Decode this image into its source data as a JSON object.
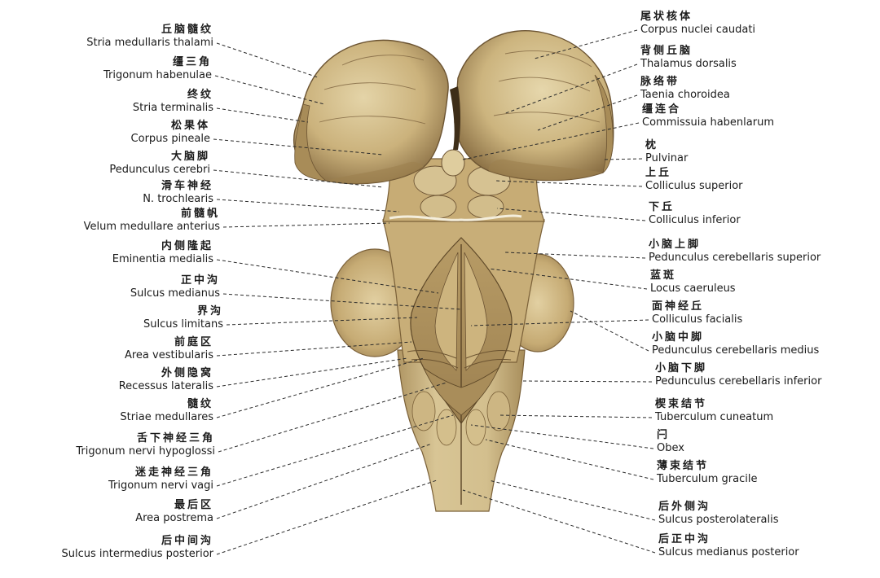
{
  "labels_left": [
    {
      "zh": "丘脑髓纹",
      "lat": "Stria medullaris thalami"
    },
    {
      "zh": "缰三角",
      "lat": "Trigonum habenulae"
    },
    {
      "zh": "终纹",
      "lat": "Stria terminalis"
    },
    {
      "zh": "松果体",
      "lat": "Corpus pineale"
    },
    {
      "zh": "大脑脚",
      "lat": "Pedunculus cerebri"
    },
    {
      "zh": "滑车神经",
      "lat": "N. trochlearis"
    },
    {
      "zh": "前髓帆",
      "lat": "Velum medullare anterius"
    },
    {
      "zh": "内侧隆起",
      "lat": "Eminentia medialis"
    },
    {
      "zh": "正中沟",
      "lat": "Sulcus medianus"
    },
    {
      "zh": "界沟",
      "lat": "Sulcus limitans"
    },
    {
      "zh": "前庭区",
      "lat": "Area vestibularis"
    },
    {
      "zh": "外侧隐窝",
      "lat": "Recessus lateralis"
    },
    {
      "zh": "髓纹",
      "lat": "Striae medullares"
    },
    {
      "zh": "舌下神经三角",
      "lat": "Trigonum nervi hypoglossi"
    },
    {
      "zh": "迷走神经三角",
      "lat": "Trigonum nervi vagi"
    },
    {
      "zh": "最后区",
      "lat": "Area postrema"
    },
    {
      "zh": "后中间沟",
      "lat": "Sulcus intermedius posterior"
    }
  ],
  "labels_right": [
    {
      "zh": "尾状核体",
      "lat": "Corpus nuclei caudati"
    },
    {
      "zh": "背侧丘脑",
      "lat": "Thalamus dorsalis"
    },
    {
      "zh": "脉络带",
      "lat": "Taenia choroidea"
    },
    {
      "zh": "缰连合",
      "lat": "Commissuia habenlarum"
    },
    {
      "zh": "枕",
      "lat": "Pulvinar"
    },
    {
      "zh": "上丘",
      "lat": "Colliculus superior"
    },
    {
      "zh": "下丘",
      "lat": "Colliculus inferior"
    },
    {
      "zh": "小脑上脚",
      "lat": "Pedunculus cerebellaris superior"
    },
    {
      "zh": "蓝斑",
      "lat": "Locus caeruleus"
    },
    {
      "zh": "面神经丘",
      "lat": "Colliculus facialis"
    },
    {
      "zh": "小脑中脚",
      "lat": "Pedunculus cerebellaris medius"
    },
    {
      "zh": "小脑下脚",
      "lat": "Pedunculus cerebellaris inferior"
    },
    {
      "zh": "楔束结节",
      "lat": "Tuberculum cuneatum"
    },
    {
      "zh": "闩",
      "lat": "Obex"
    },
    {
      "zh": "薄束结节",
      "lat": "Tuberculum gracile"
    },
    {
      "zh": "后外侧沟",
      "lat": "Sulcus posterolateralis"
    },
    {
      "zh": "后正中沟",
      "lat": "Sulcus medianus posterior"
    }
  ],
  "colors": {
    "tissue_light": "#dcc89a",
    "tissue_mid": "#c4aa72",
    "tissue_dark": "#8e7448",
    "shadow": "#6b5434",
    "leader_line": "#2a2a2a"
  }
}
